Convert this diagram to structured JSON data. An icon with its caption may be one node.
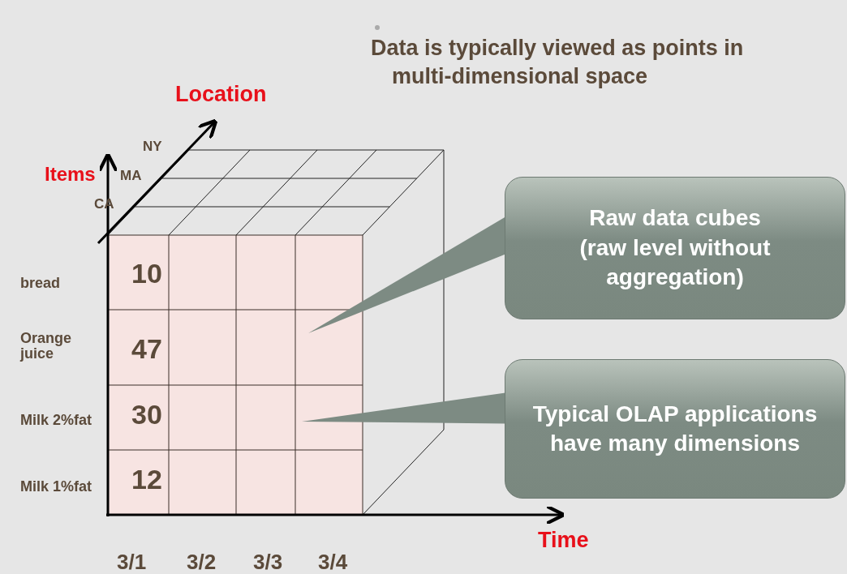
{
  "diagram": {
    "nodes": [
      {
        "text": [
          "Raw data cubes (raw level without aggregation)"
        ]
      },
      {
        "text": [
          "Typical OLAP applications have many dimensions"
        ]
      }
    ],
    "edges": [
      {
        "from": 0,
        "to": null,
        "arrow": "to"
      },
      {
        "from": 1,
        "to": null,
        "arrow": "to"
      }
    ],
    "labels": [
      "Data is typically viewed as points in multi-dimensional space",
      "Location",
      "NY",
      "Items",
      "MA",
      "CA",
      "bread",
      "10",
      "Orange juice",
      "47",
      "Milk 2%fat",
      "30",
      "Milk 1%fat",
      "12",
      "Time",
      "3/1",
      "3/2",
      "3/3",
      "3/4"
    ]
  }
}
